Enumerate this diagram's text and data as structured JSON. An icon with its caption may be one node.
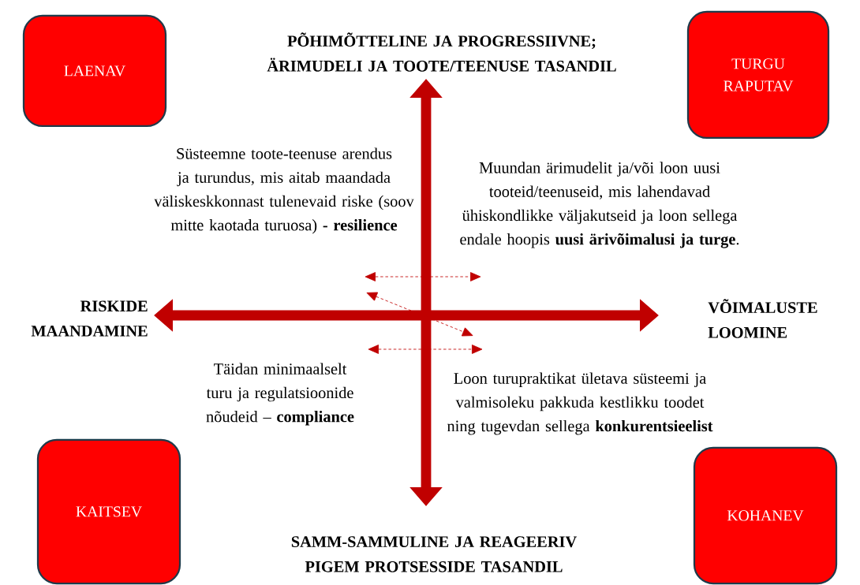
{
  "diagram": {
    "nodes": [
      {
        "text": [
          "LAENAV"
        ]
      },
      {
        "text": [
          "TURGU RAPUTAV"
        ]
      },
      {
        "text": [
          "KAITSEV"
        ]
      },
      {
        "text": [
          "KOHANEV"
        ]
      }
    ],
    "labels": [
      "PÕHIMÕTTELINE JA PROGRESSIIVNE; ÄRIMUDELI JA TOOTE/TEENUSE TASANDIL",
      "Süsteemne toote-teenuse arendus ja turundus, mis aitab maandada väliskeskkonnast tulenevaid riske (soov mitte kaotada turuosa) **- resilience**",
      "Muundan ärimudelit ja/või loon uusi tooteid/teenuseid, mis lahendavad ühiskondlikke väljakutseid ja loon sellega endale hoopis **uusi ärivõimalusi ja turge**.",
      "RISKIDE MAANDAMINE",
      "VÕIMALUSTE LOOMINE",
      "Täidan minimaalselt turu ja regulatsioonide nõudeid – **compliance**",
      "Loon turupraktikat ületava süsteemi ja valmisoleku pakkuda kestlikku toodet ning tugevdan sellega **konkurentsieelist**",
      "SAMM-SAMMULINE JA REAGEERIV PIGEM PROTSESSIDE TASANDIL"
    ]
  }
}
